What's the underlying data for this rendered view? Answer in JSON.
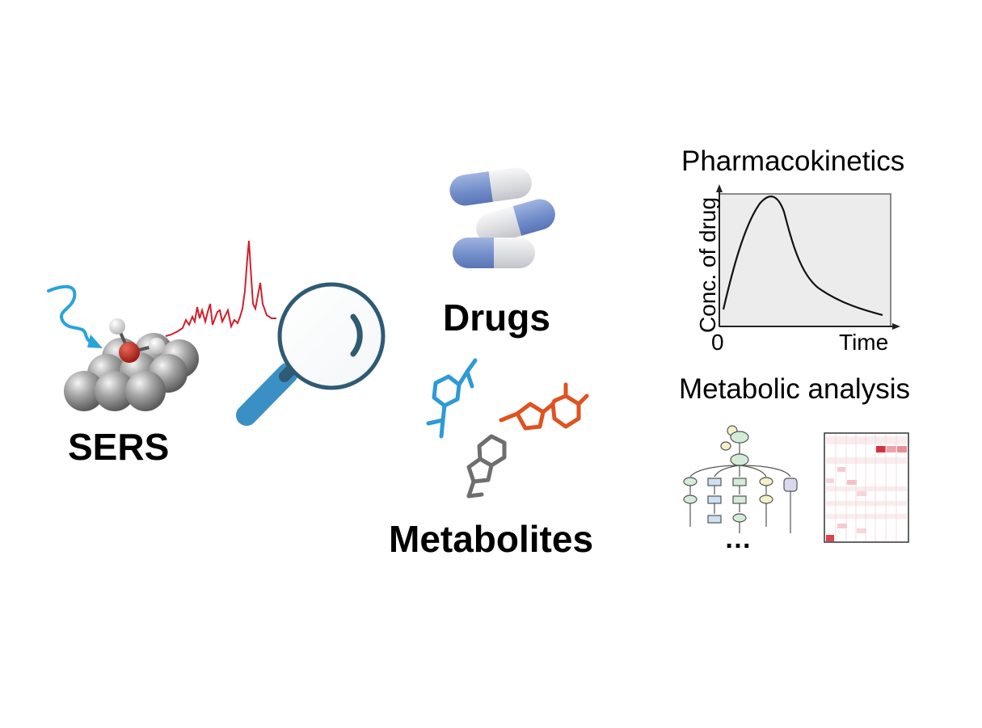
{
  "labels": {
    "sers": "SERS",
    "drugs": "Drugs",
    "metabolites": "Metabolites",
    "pharmacokinetics": "Pharmacokinetics",
    "pk_ylabel": "Conc. of drug",
    "pk_x0": "0",
    "pk_xlabel": "Time",
    "metabolic_analysis": "Metabolic analysis",
    "ellipsis": "…"
  },
  "colors": {
    "laser": "#29a3dc",
    "spectrum": "#d21f2b",
    "lens_ring": "#2f5a73",
    "lens_handle": "#3a8fc4",
    "capsule_blue": "#7f9ad0",
    "capsule_white": "#e3e4e8",
    "molecule_blue": "#2e9ad6",
    "molecule_orange": "#e0521f",
    "molecule_gray": "#6e6e6e",
    "heatmap": "#d6313f"
  },
  "icons": [
    "laser-wave-icon",
    "metal-nanoparticle-icon",
    "raman-spectrum-icon",
    "magnifier-icon",
    "capsule-icon",
    "molecule-icon",
    "pathway-tree-icon",
    "heatmap-icon"
  ]
}
